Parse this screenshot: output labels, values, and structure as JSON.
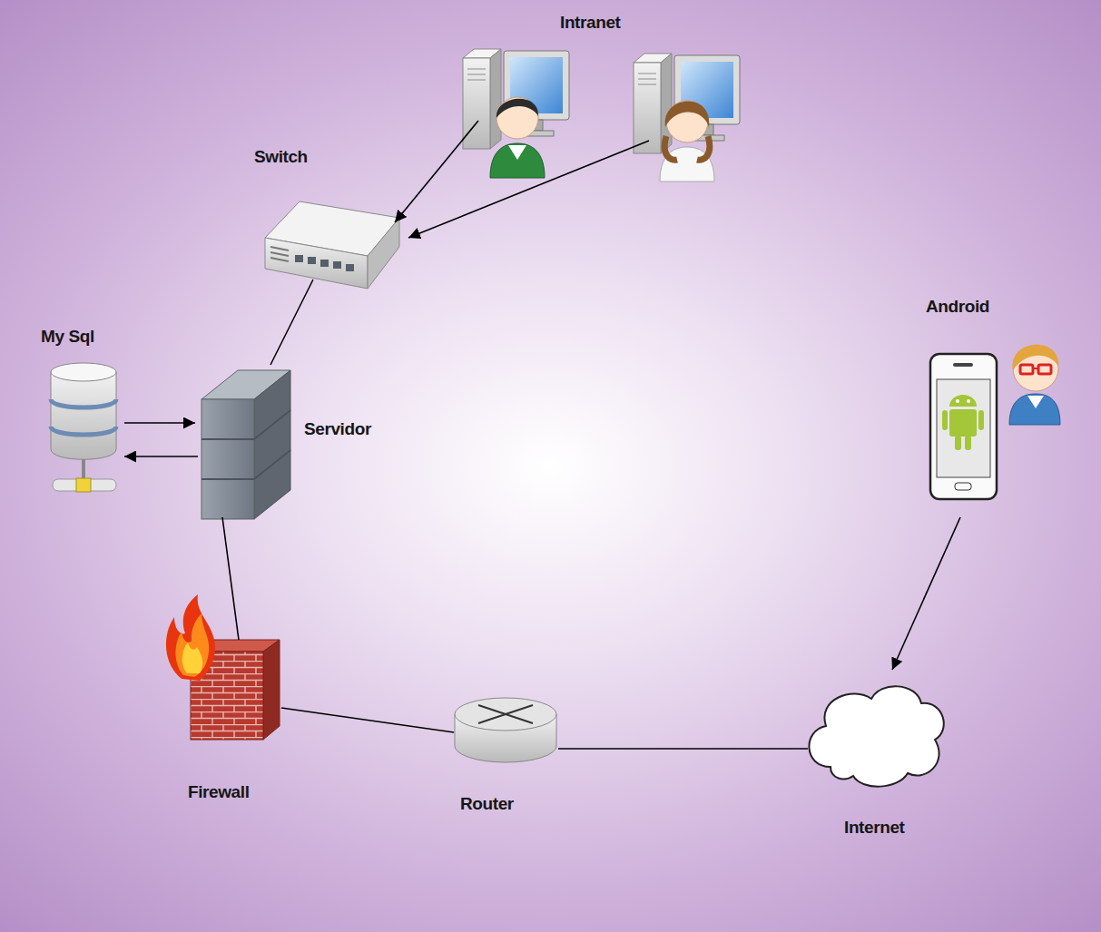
{
  "diagram": {
    "nodes": [
      {
        "text": [
          "Intranet"
        ]
      },
      {
        "text": [
          "Switch"
        ]
      },
      {
        "text": [
          "Android"
        ]
      },
      {
        "text": [
          "My Sql"
        ]
      },
      {
        "text": [
          "Servidor"
        ]
      },
      {
        "text": [
          "Firewall"
        ]
      },
      {
        "text": [
          "Router"
        ]
      },
      {
        "text": [
          "Internet"
        ]
      }
    ],
    "edges": [
      {
        "from": 0,
        "to": 1,
        "arrow": "to"
      },
      {
        "from": 0,
        "to": 1,
        "arrow": "to"
      },
      {
        "from": 1,
        "to": 4,
        "arrow": "none"
      },
      {
        "from": 3,
        "to": 4,
        "arrow": "to"
      },
      {
        "from": 4,
        "to": 3,
        "arrow": "to"
      },
      {
        "from": 4,
        "to": 5,
        "arrow": "none"
      },
      {
        "from": 5,
        "to": 6,
        "arrow": "none"
      },
      {
        "from": 6,
        "to": 7,
        "arrow": "none"
      },
      {
        "from": 2,
        "to": 7,
        "arrow": "to"
      }
    ]
  }
}
